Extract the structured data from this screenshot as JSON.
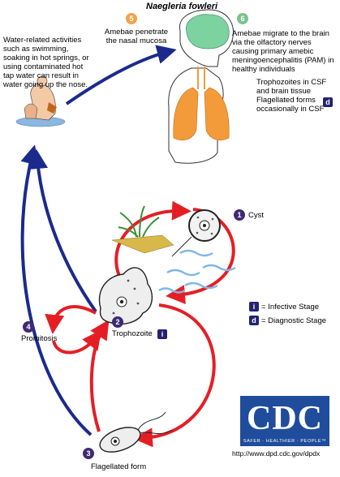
{
  "title": "Naegleria fowleri",
  "notes": {
    "water": "Water-related activities such as swimming, soaking in hot springs, or using contaminated hot tap water can result in water going up the nose.",
    "stage5": "Amebae penetrate the nasal mucosa",
    "stage6": "Amebae migrate to the brain via the olfactory nerves causing primary amebic meningoencephalitis (PAM) in healthy individuals",
    "csf": "Trophozoites in CSF and brain tissue Flagellated forms occasionally in CSF"
  },
  "stages": {
    "s1": {
      "num": "1",
      "label": "Cyst"
    },
    "s2": {
      "num": "2",
      "label": "Trophozoite"
    },
    "s3": {
      "num": "3",
      "label": "Flagellated form"
    },
    "s4": {
      "num": "4",
      "label": "Promitosis"
    },
    "s5": {
      "num": "5"
    },
    "s6": {
      "num": "6"
    }
  },
  "legend": {
    "infective_symbol": "i",
    "infective": "= Infective Stage",
    "diagnostic_symbol": "d",
    "diagnostic": "= Diagnostic Stage"
  },
  "logo": {
    "name": "CDC",
    "tagline": "SAFER · HEALTHIER · PEOPLE™"
  },
  "url": "http://www.dpd.cdc.gov/dpdx",
  "colors": {
    "red_cycle": "#e51e25",
    "blue_path": "#1b2a8c",
    "lung": "#f39a3a",
    "brain": "#7dd3a0"
  }
}
